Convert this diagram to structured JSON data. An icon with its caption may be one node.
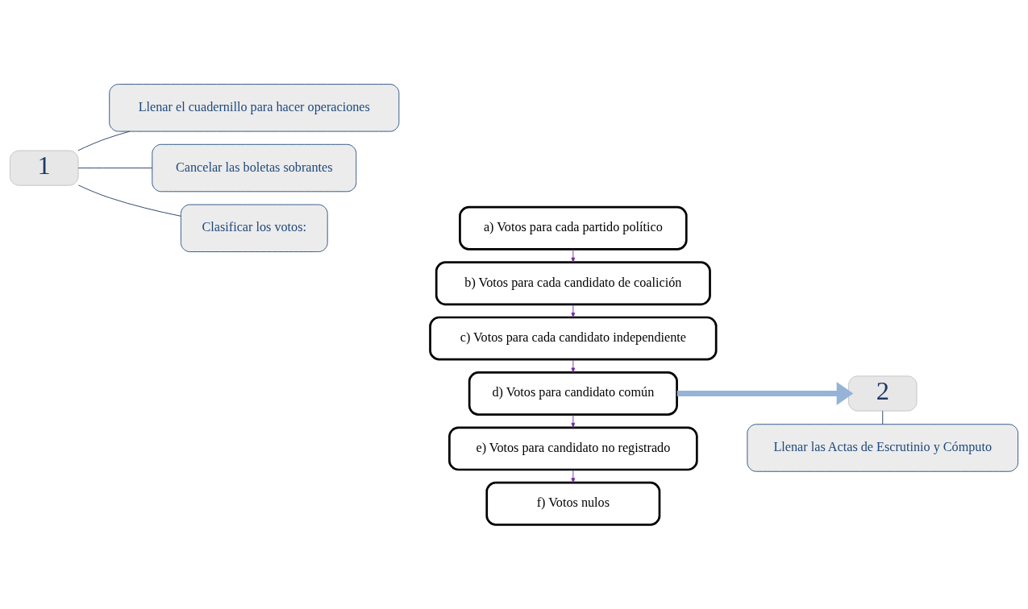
{
  "diagram": {
    "nodes": [
      {
        "text": [
          "1"
        ]
      },
      {
        "text": [
          "Llenar el cuadernillo para hacer operaciones"
        ]
      },
      {
        "text": [
          "Cancelar las boletas sobrantes"
        ]
      },
      {
        "text": [
          "Clasificar los votos:"
        ]
      },
      {
        "text": [
          "a) Votos para cada partido político"
        ]
      },
      {
        "text": [
          "b) Votos para cada candidato de coalición"
        ]
      },
      {
        "text": [
          "c) Votos para cada candidato independiente"
        ]
      },
      {
        "text": [
          "d) Votos para candidato común"
        ]
      },
      {
        "text": [
          "e) Votos para candidato no registrado"
        ]
      },
      {
        "text": [
          "f) Votos nulos"
        ]
      },
      {
        "text": [
          "2"
        ]
      },
      {
        "text": [
          "Llenar las Actas de Escrutinio y Cómputo"
        ]
      }
    ],
    "edges": [
      {
        "from": 0,
        "to": 1,
        "arrow": "none",
        "color": "#1f3864"
      },
      {
        "from": 0,
        "to": 2,
        "arrow": "none",
        "color": "#1f3864"
      },
      {
        "from": 0,
        "to": 3,
        "arrow": "none",
        "color": "#1f3864"
      },
      {
        "from": 4,
        "to": 5,
        "arrow": "to"
      },
      {
        "from": 5,
        "to": 6,
        "arrow": "to"
      },
      {
        "from": 6,
        "to": 7,
        "arrow": "to"
      },
      {
        "from": 7,
        "to": 8,
        "arrow": "to"
      },
      {
        "from": 8,
        "to": 9,
        "arrow": "to"
      },
      {
        "from": 7,
        "to": 10,
        "arrow": "to",
        "style": "thick",
        "color": "#95b3d7"
      },
      {
        "from": 10,
        "to": 11,
        "arrow": "none",
        "color": "#1f3864"
      }
    ]
  }
}
